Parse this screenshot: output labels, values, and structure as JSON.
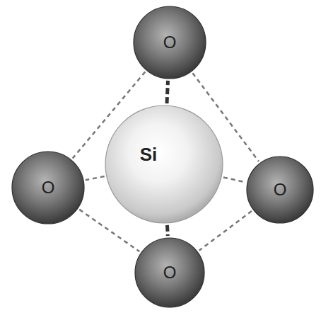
{
  "diagram": {
    "nodes": [
      {
        "text": [
          "O"
        ]
      },
      {
        "text": [
          "O"
        ]
      },
      {
        "text": [
          "Si"
        ]
      },
      {
        "text": [
          "O"
        ]
      },
      {
        "text": [
          "O"
        ]
      }
    ],
    "edges": [
      {
        "from": 2,
        "to": 0,
        "arrow": "none"
      },
      {
        "from": 2,
        "to": 1,
        "arrow": "none"
      },
      {
        "from": 2,
        "to": 3,
        "arrow": "none"
      },
      {
        "from": 2,
        "to": 4,
        "arrow": "none"
      },
      {
        "from": 0,
        "to": 1,
        "arrow": "none"
      },
      {
        "from": 0,
        "to": 3,
        "arrow": "none"
      },
      {
        "from": 1,
        "to": 4,
        "arrow": "none"
      },
      {
        "from": 3,
        "to": 4,
        "arrow": "none"
      }
    ]
  }
}
